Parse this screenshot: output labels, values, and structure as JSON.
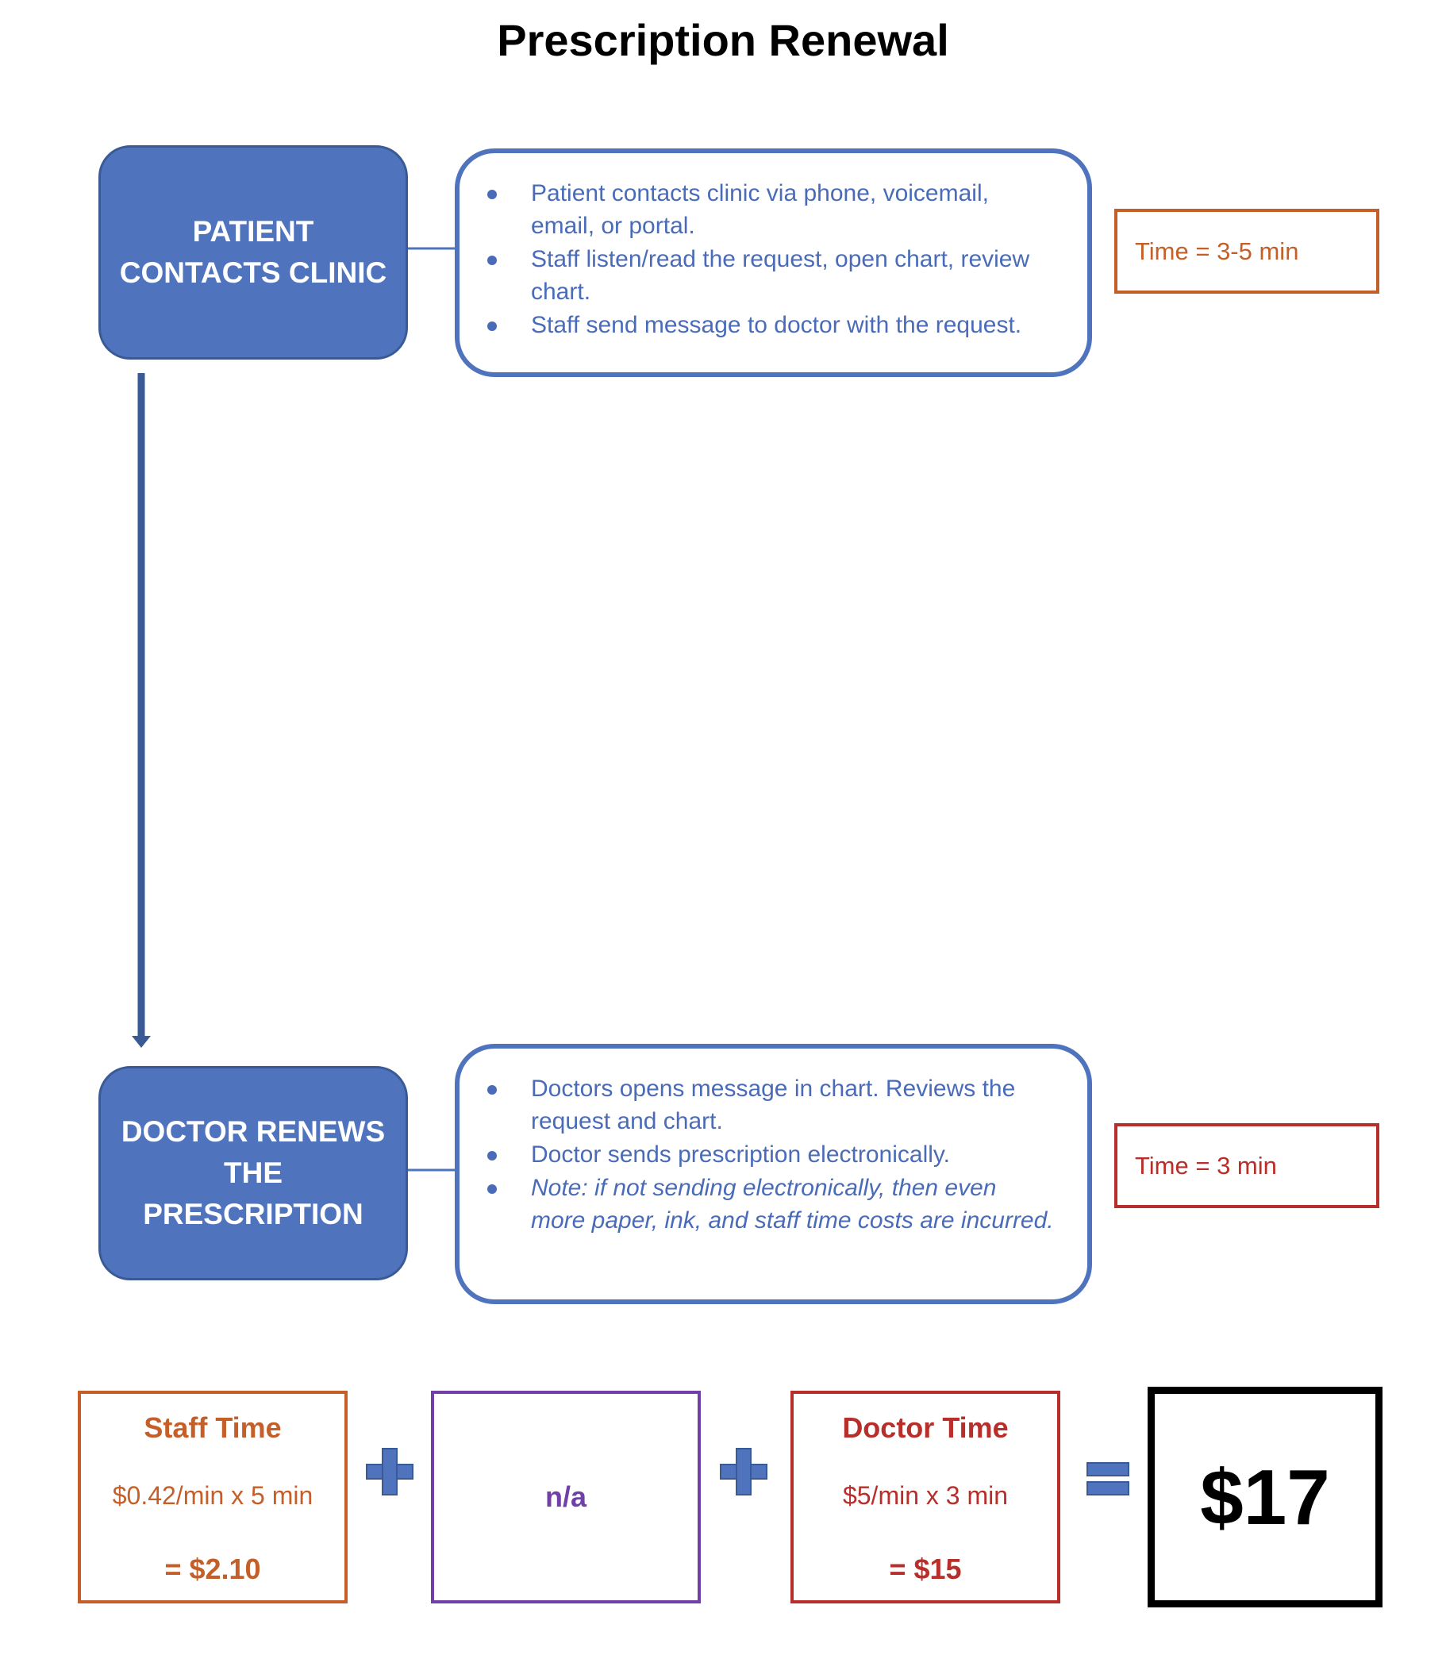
{
  "title": "Prescription Renewal",
  "steps": [
    {
      "label": "PATIENT\nCONTACTS CLINIC",
      "bullets": [
        "Patient contacts clinic via phone, voicemail, email, or portal.",
        "Staff listen/read the request, open chart, review chart.",
        "Staff send message to doctor with the request."
      ],
      "time": "Time = 3-5 min"
    },
    {
      "label": "DOCTOR RENEWS\nTHE\nPRESCRIPTION",
      "bullets": [
        "Doctors opens message in chart. Reviews the request and chart.",
        "Doctor sends prescription electronically."
      ],
      "note": "Note: if not sending electronically, then even more paper, ink, and staff time costs are incurred.",
      "time": "Time = 3 min"
    }
  ],
  "costs": {
    "staff": {
      "title": "Staff Time",
      "formula": "$0.42/min x 5 min",
      "result": "= $2.10"
    },
    "middle": {
      "text": "n/a"
    },
    "doctor": {
      "title": "Doctor Time",
      "formula": "$5/min x 3 min",
      "result": "= $15"
    },
    "total": "$17"
  },
  "colors": {
    "step_fill": "#4f74bd",
    "detail_text": "#4a6cb8",
    "staff": "#c55f2a",
    "middle": "#7040a8",
    "doctor": "#b72e2a",
    "total": "#000000"
  }
}
